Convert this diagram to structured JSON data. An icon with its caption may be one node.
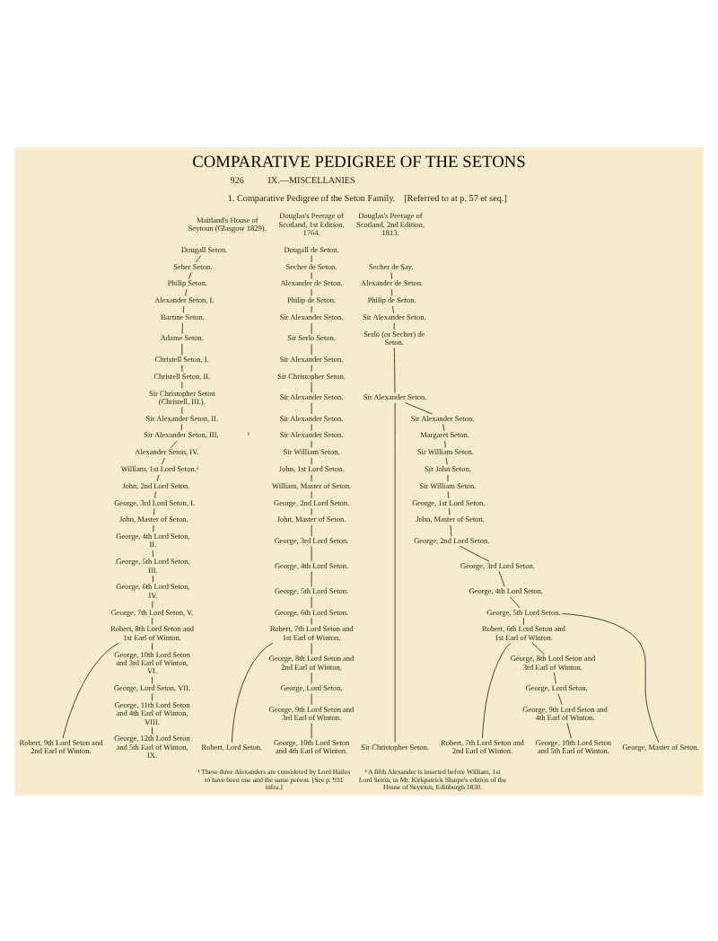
{
  "diagram": {
    "title": "COMPARATIVE PEDIGREE OF THE SETONS",
    "nodes": [
      {
        "text": [
          "Dougall Seton."
        ]
      },
      {
        "text": [
          "Seher Seton."
        ]
      },
      {
        "text": [
          "Philip Seton."
        ]
      },
      {
        "text": [
          "Alexander Seton, I."
        ]
      },
      {
        "text": [
          "Bartine Seton."
        ]
      },
      {
        "text": [
          "Adame Seton."
        ]
      },
      {
        "text": [
          "Christell Seton, I."
        ]
      },
      {
        "text": [
          "Christell Seton, II."
        ]
      },
      {
        "text": [
          "Sir Christopher Seton (Christell, III.)."
        ]
      },
      {
        "text": [
          "Sir Alexander Seton, II."
        ]
      },
      {
        "text": [
          "Sir Alexander Seton, III."
        ]
      },
      {
        "text": [
          "Alexander Seton, IV."
        ]
      },
      {
        "text": [
          "William, 1st Lord Seton.²"
        ]
      },
      {
        "text": [
          "John, 2nd Lord Seton."
        ]
      },
      {
        "text": [
          "George, 3rd Lord Seton, I."
        ]
      },
      {
        "text": [
          "John, Master of Seton."
        ]
      },
      {
        "text": [
          "George, 4th Lord Seton, II."
        ]
      },
      {
        "text": [
          "George, 5th Lord Seton, III."
        ]
      },
      {
        "text": [
          "George, 6th Lord Seton, IV."
        ]
      },
      {
        "text": [
          "George, 7th Lord Seton, V."
        ]
      },
      {
        "text": [
          "Robert, 8th Lord Seton and 1st Earl of Winton."
        ]
      },
      {
        "text": [
          "Robert, 9th Lord Seton and 2nd Earl of Winton."
        ]
      },
      {
        "text": [
          "George, 10th Lord Seton and 3rd Earl of Winton, VI."
        ]
      },
      {
        "text": [
          "George, Lord Seton, VII."
        ]
      },
      {
        "text": [
          "George, 11th Lord Seton and 4th Earl of Winton, VIII."
        ]
      },
      {
        "text": [
          "George, 12th Lord Seton and 5th Earl of Winton, IX."
        ]
      },
      {
        "text": [
          "Dougall de Seton."
        ]
      },
      {
        "text": [
          "Secher de Seton."
        ]
      },
      {
        "text": [
          "Alexander de Seton."
        ]
      },
      {
        "text": [
          "Philip de Seton."
        ]
      },
      {
        "text": [
          "Sir Alexander Seton."
        ]
      },
      {
        "text": [
          "Sir Serlo Seton."
        ]
      },
      {
        "text": [
          "Sir Alexander Seton."
        ]
      },
      {
        "text": [
          "Sir Christopher Seton."
        ]
      },
      {
        "text": [
          "Sir Alexander Seton."
        ]
      },
      {
        "text": [
          "Sir Alexander Seton."
        ]
      },
      {
        "text": [
          "Sir Alexander Seton."
        ]
      },
      {
        "text": [
          "Sir William Seton."
        ]
      },
      {
        "text": [
          "John, 1st Lord Seton."
        ]
      },
      {
        "text": [
          "William, Master of Seton."
        ]
      },
      {
        "text": [
          "George, 2nd Lord Seton."
        ]
      },
      {
        "text": [
          "John, Master of Seton."
        ]
      },
      {
        "text": [
          "George, 3rd Lord Seton."
        ]
      },
      {
        "text": [
          "George, 4th Lord Seton."
        ]
      },
      {
        "text": [
          "George, 5th Lord Seton."
        ]
      },
      {
        "text": [
          "George, 6th Lord Seton."
        ]
      },
      {
        "text": [
          "Robert, 7th Lord Seton and 1st Earl of Winton."
        ]
      },
      {
        "text": [
          "Robert, Lord Seton."
        ]
      },
      {
        "text": [
          "George, 8th Lord Seton and 2nd Earl of Winton."
        ]
      },
      {
        "text": [
          "George, Lord Seton."
        ]
      },
      {
        "text": [
          "George, 9th Lord Seton and 3rd Earl of Winton."
        ]
      },
      {
        "text": [
          "George, 10th Lord Seton and 4th Earl of Winton."
        ]
      },
      {
        "text": [
          "Secher de Say."
        ]
      },
      {
        "text": [
          "Alexander de Seton."
        ]
      },
      {
        "text": [
          "Philip de Seton."
        ]
      },
      {
        "text": [
          "Sir Alexander Seton."
        ]
      },
      {
        "text": [
          "Serlo (or Secher) de Seton."
        ]
      },
      {
        "text": [
          "Sir Alexander Seton."
        ]
      },
      {
        "text": [
          "Sir Christopher Seton."
        ]
      },
      {
        "text": [
          "Sir Alexander Seton."
        ]
      },
      {
        "text": [
          "Margaret Seton."
        ]
      },
      {
        "text": [
          "Sir William Seton."
        ]
      },
      {
        "text": [
          "Sir John Seton."
        ]
      },
      {
        "text": [
          "Sir William Seton."
        ]
      },
      {
        "text": [
          "George, 1st Lord Seton."
        ]
      },
      {
        "text": [
          "John, Master of Seton."
        ]
      },
      {
        "text": [
          "George, 2nd Lord Seton."
        ]
      },
      {
        "text": [
          "George, 3rd Lord Seton."
        ]
      },
      {
        "text": [
          "George, 4th Lord Seton."
        ]
      },
      {
        "text": [
          "George, 5th Lord Seton."
        ]
      },
      {
        "text": [
          "George, Master of Seton."
        ]
      },
      {
        "text": [
          "Robert, 6th Lord Seton and 1st Earl of Winton."
        ]
      },
      {
        "text": [
          "Robert, 7th Lord Seton and 2nd Earl of Winton."
        ]
      },
      {
        "text": [
          "George, 8th Lord Seton and 3rd Earl of Winton."
        ]
      },
      {
        "text": [
          "George, Lord Seton."
        ]
      },
      {
        "text": [
          "George, 9th Lord Seton and 4th Earl of Winton."
        ]
      },
      {
        "text": [
          "George, 10th Lord Seton and 5th Earl of Winton."
        ]
      }
    ],
    "edges": [
      {
        "from": 0,
        "to": 1,
        "arrow": "none"
      },
      {
        "from": 1,
        "to": 2,
        "arrow": "none"
      },
      {
        "from": 2,
        "to": 3,
        "arrow": "none"
      },
      {
        "from": 3,
        "to": 4,
        "arrow": "none"
      },
      {
        "from": 4,
        "to": 5,
        "arrow": "none"
      },
      {
        "from": 5,
        "to": 6,
        "arrow": "none"
      },
      {
        "from": 6,
        "to": 7,
        "arrow": "none"
      },
      {
        "from": 7,
        "to": 8,
        "arrow": "none"
      },
      {
        "from": 8,
        "to": 9,
        "arrow": "none"
      },
      {
        "from": 9,
        "to": 10,
        "arrow": "none"
      },
      {
        "from": 10,
        "to": 11,
        "arrow": "none"
      },
      {
        "from": 11,
        "to": 12,
        "arrow": "none"
      },
      {
        "from": 12,
        "to": 13,
        "arrow": "none"
      },
      {
        "from": 13,
        "to": 14,
        "arrow": "none"
      },
      {
        "from": 14,
        "to": 15,
        "arrow": "none"
      },
      {
        "from": 15,
        "to": 16,
        "arrow": "none"
      },
      {
        "from": 16,
        "to": 17,
        "arrow": "none"
      },
      {
        "from": 17,
        "to": 18,
        "arrow": "none"
      },
      {
        "from": 18,
        "to": 19,
        "arrow": "none"
      },
      {
        "from": 19,
        "to": 20,
        "arrow": "none"
      },
      {
        "from": 20,
        "to": 21,
        "arrow": "none"
      },
      {
        "from": 20,
        "to": 22,
        "arrow": "none"
      },
      {
        "from": 22,
        "to": 23,
        "arrow": "none"
      },
      {
        "from": 23,
        "to": 24,
        "arrow": "none"
      },
      {
        "from": 24,
        "to": 25,
        "arrow": "none"
      },
      {
        "from": 26,
        "to": 27,
        "arrow": "none"
      },
      {
        "from": 27,
        "to": 28,
        "arrow": "none"
      },
      {
        "from": 28,
        "to": 29,
        "arrow": "none"
      },
      {
        "from": 29,
        "to": 30,
        "arrow": "none"
      },
      {
        "from": 30,
        "to": 31,
        "arrow": "none"
      },
      {
        "from": 31,
        "to": 32,
        "arrow": "none"
      },
      {
        "from": 32,
        "to": 33,
        "arrow": "none"
      },
      {
        "from": 33,
        "to": 34,
        "arrow": "none"
      },
      {
        "from": 34,
        "to": 35,
        "arrow": "none"
      },
      {
        "from": 35,
        "to": 36,
        "arrow": "none"
      },
      {
        "from": 36,
        "to": 37,
        "arrow": "none"
      },
      {
        "from": 37,
        "to": 38,
        "arrow": "none"
      },
      {
        "from": 38,
        "to": 39,
        "arrow": "none"
      },
      {
        "from": 39,
        "to": 40,
        "arrow": "none"
      },
      {
        "from": 40,
        "to": 41,
        "arrow": "none"
      },
      {
        "from": 41,
        "to": 42,
        "arrow": "none"
      },
      {
        "from": 42,
        "to": 43,
        "arrow": "none"
      },
      {
        "from": 43,
        "to": 44,
        "arrow": "none"
      },
      {
        "from": 44,
        "to": 45,
        "arrow": "none"
      },
      {
        "from": 45,
        "to": 46,
        "arrow": "none"
      },
      {
        "from": 46,
        "to": 47,
        "arrow": "none"
      },
      {
        "from": 46,
        "to": 48,
        "arrow": "none"
      },
      {
        "from": 48,
        "to": 49,
        "arrow": "none"
      },
      {
        "from": 49,
        "to": 50,
        "arrow": "none"
      },
      {
        "from": 50,
        "to": 51,
        "arrow": "none"
      },
      {
        "from": 52,
        "to": 53,
        "arrow": "none"
      },
      {
        "from": 53,
        "to": 54,
        "arrow": "none"
      },
      {
        "from": 54,
        "to": 55,
        "arrow": "none"
      },
      {
        "from": 55,
        "to": 56,
        "arrow": "none"
      },
      {
        "from": 56,
        "to": 57,
        "arrow": "none"
      },
      {
        "from": 57,
        "to": 58,
        "arrow": "none"
      },
      {
        "from": 57,
        "to": 59,
        "arrow": "none"
      },
      {
        "from": 59,
        "to": 60,
        "arrow": "none"
      },
      {
        "from": 60,
        "to": 61,
        "arrow": "none"
      },
      {
        "from": 61,
        "to": 62,
        "arrow": "none"
      },
      {
        "from": 62,
        "to": 63,
        "arrow": "none"
      },
      {
        "from": 63,
        "to": 64,
        "arrow": "none"
      },
      {
        "from": 64,
        "to": 65,
        "arrow": "none"
      },
      {
        "from": 65,
        "to": 66,
        "arrow": "none"
      },
      {
        "from": 66,
        "to": 67,
        "arrow": "none"
      },
      {
        "from": 67,
        "to": 68,
        "arrow": "none"
      },
      {
        "from": 68,
        "to": 69,
        "arrow": "none"
      },
      {
        "from": 69,
        "to": 70,
        "arrow": "none"
      },
      {
        "from": 69,
        "to": 71,
        "arrow": "none"
      },
      {
        "from": 71,
        "to": 72,
        "arrow": "none"
      },
      {
        "from": 71,
        "to": 73,
        "arrow": "none"
      },
      {
        "from": 73,
        "to": 74,
        "arrow": "none"
      },
      {
        "from": 74,
        "to": 75,
        "arrow": "none"
      },
      {
        "from": 75,
        "to": 76,
        "arrow": "none"
      }
    ],
    "labels": [
      "926",
      "IX.—MISCELLANIES",
      "1. Comparative Pedigree of the Seton Family.",
      "[Referred to at p. 57 et seq.]",
      "Maitland's House of Seytoun (Glasgow 1829).",
      "Douglas's Peerage of Scotland, 1st Edition, 1764.",
      "Douglas's Peerage of Scotland, 2nd Edition, 1813.",
      "¹",
      "¹ These three Alexanders are considered by Lord Hailes to have been one and the same person. [See p. 931 infra.]",
      "² A fifth Alexander is inserted before William, 1st Lord Seton, in Mr. Kirkpatrick Sharpe's edition of the House of Seytoun, Edinburgh 1830."
    ]
  }
}
